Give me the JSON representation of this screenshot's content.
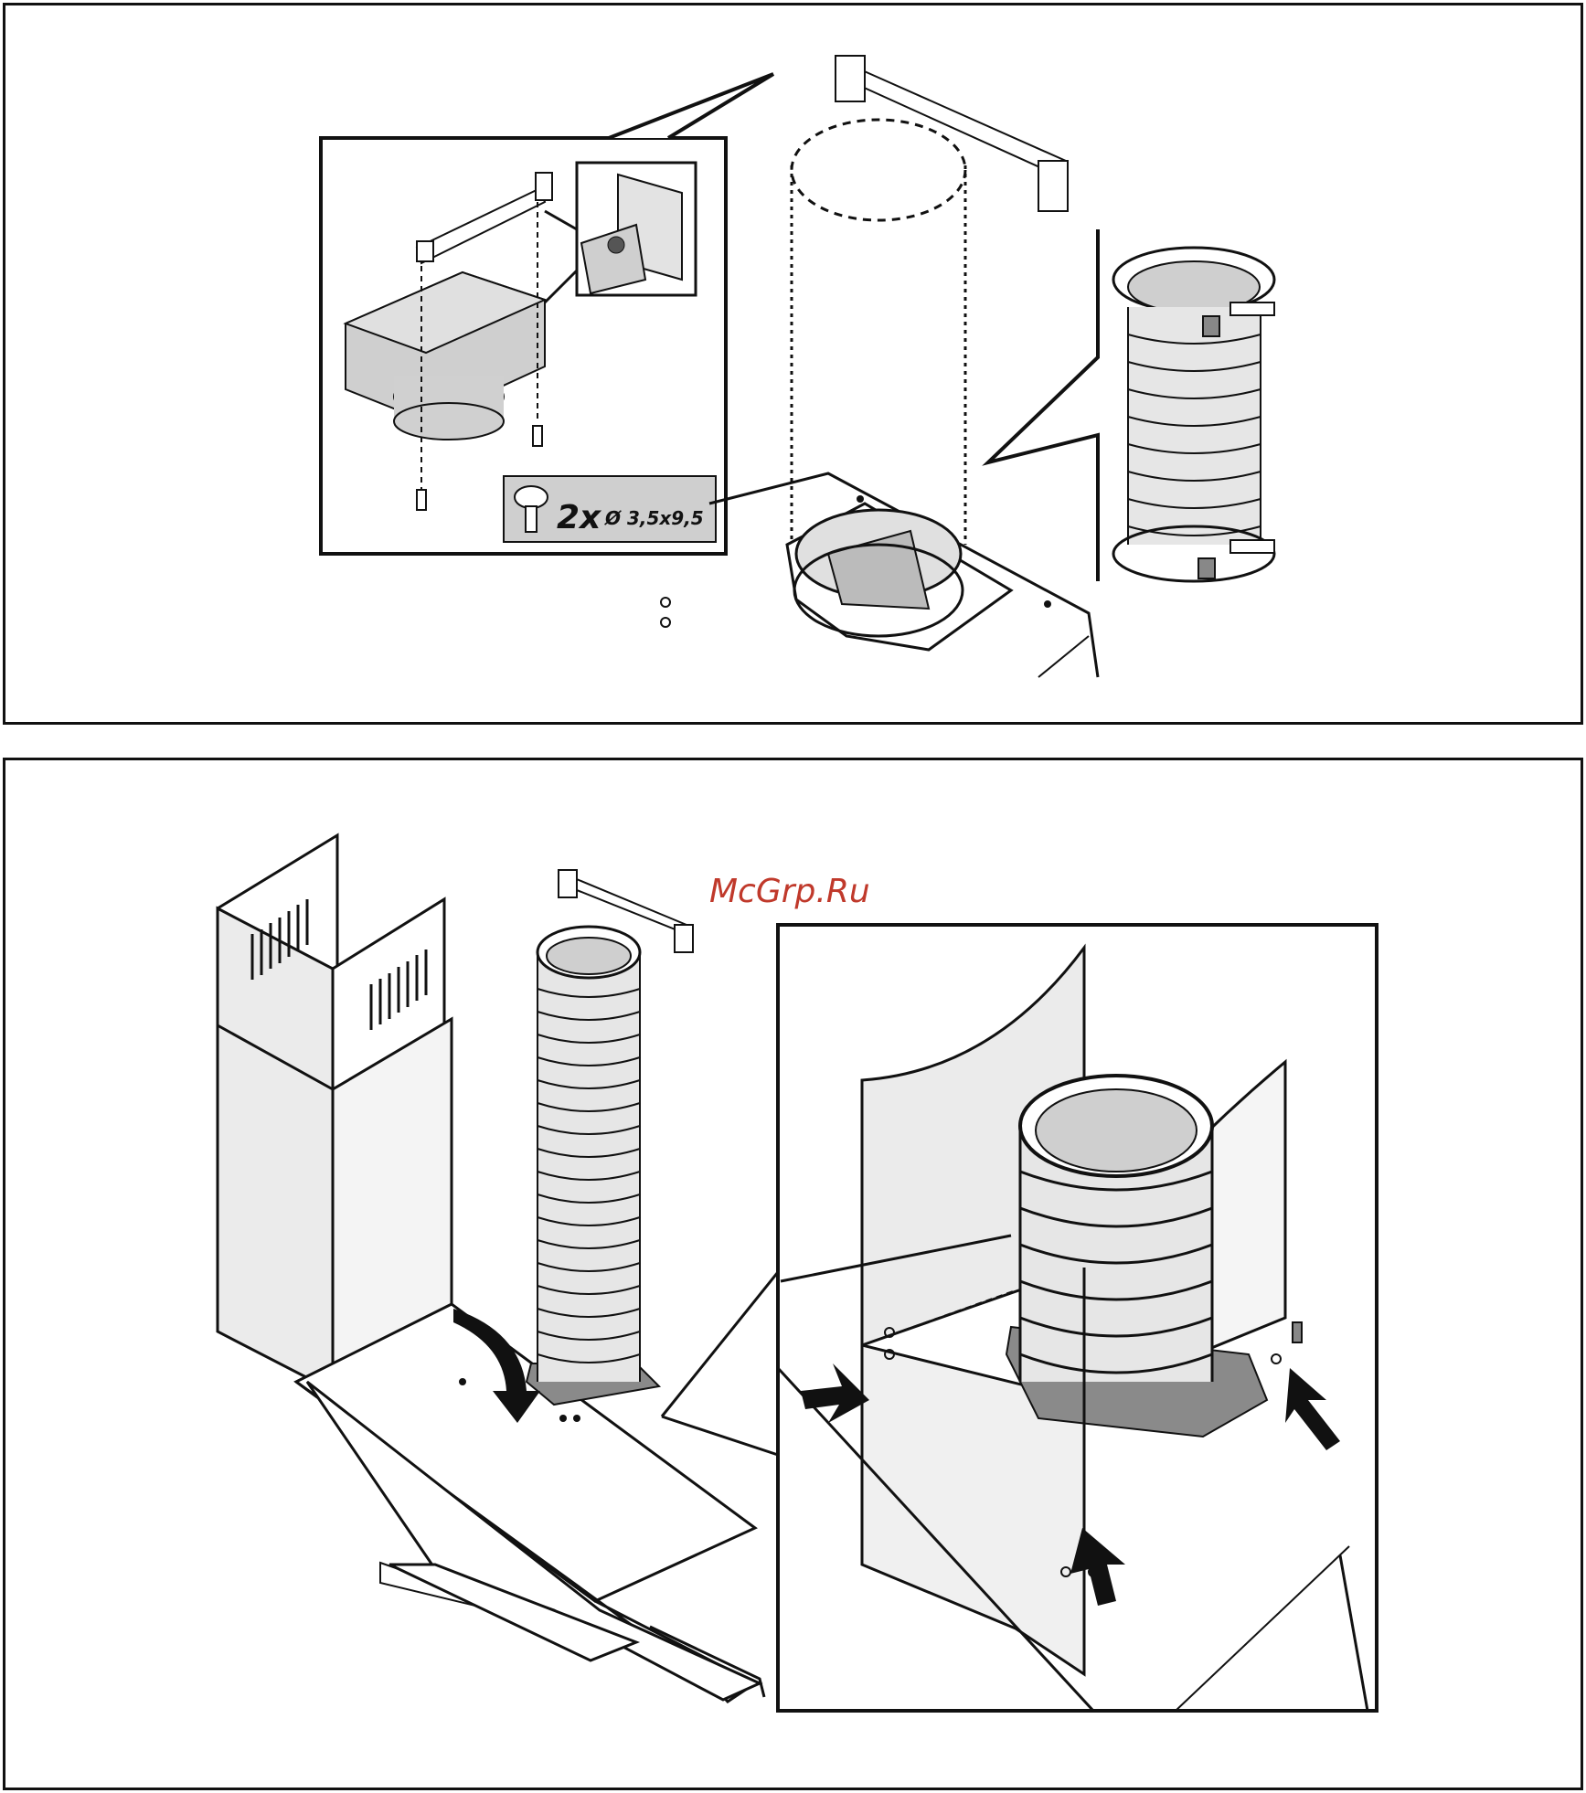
{
  "screw_label": {
    "quantity": "2x",
    "spec": "Ø 3,5x9,5"
  },
  "watermark": "McGrp.Ru",
  "colors": {
    "line": "#111111",
    "duct_fill": "#d9d9d9",
    "duct_inner": "#bdbdbd",
    "label_box": "#cfcfcf",
    "flange": "#8a8a8a",
    "chimney": "#ebebeb",
    "watermark": "#c0392b"
  },
  "icons": [
    "screw-icon",
    "bracket-icon",
    "flexible-duct-icon",
    "hose-clamp-icon",
    "arrow-icon"
  ]
}
